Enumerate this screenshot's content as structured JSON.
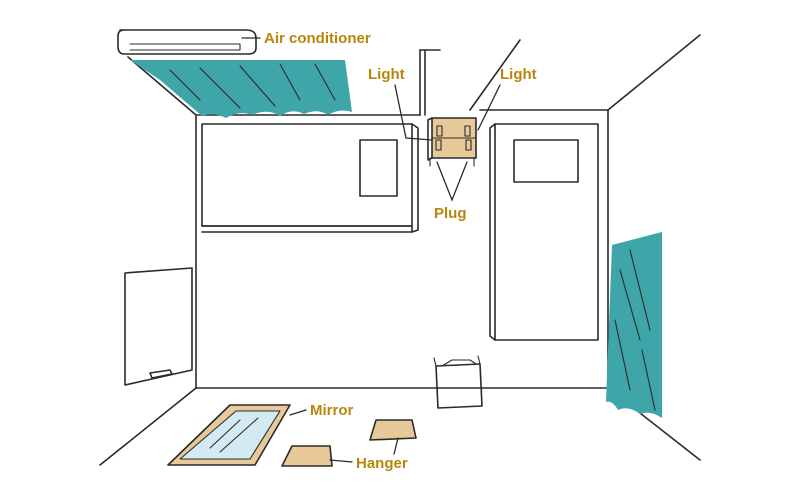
{
  "colors": {
    "label": "#b8860b",
    "curtain": "#3ea6a8",
    "curtain_light": "#6cc4c4",
    "wood": "#e8c99a",
    "mirror_glass": "#d4eaf2",
    "ink": "#2a2a2a"
  },
  "labels": {
    "air_conditioner": "Air conditioner",
    "light_left": "Light",
    "light_right": "Light",
    "plug": "Plug",
    "mirror": "Mirror",
    "hanger": "Hanger"
  }
}
